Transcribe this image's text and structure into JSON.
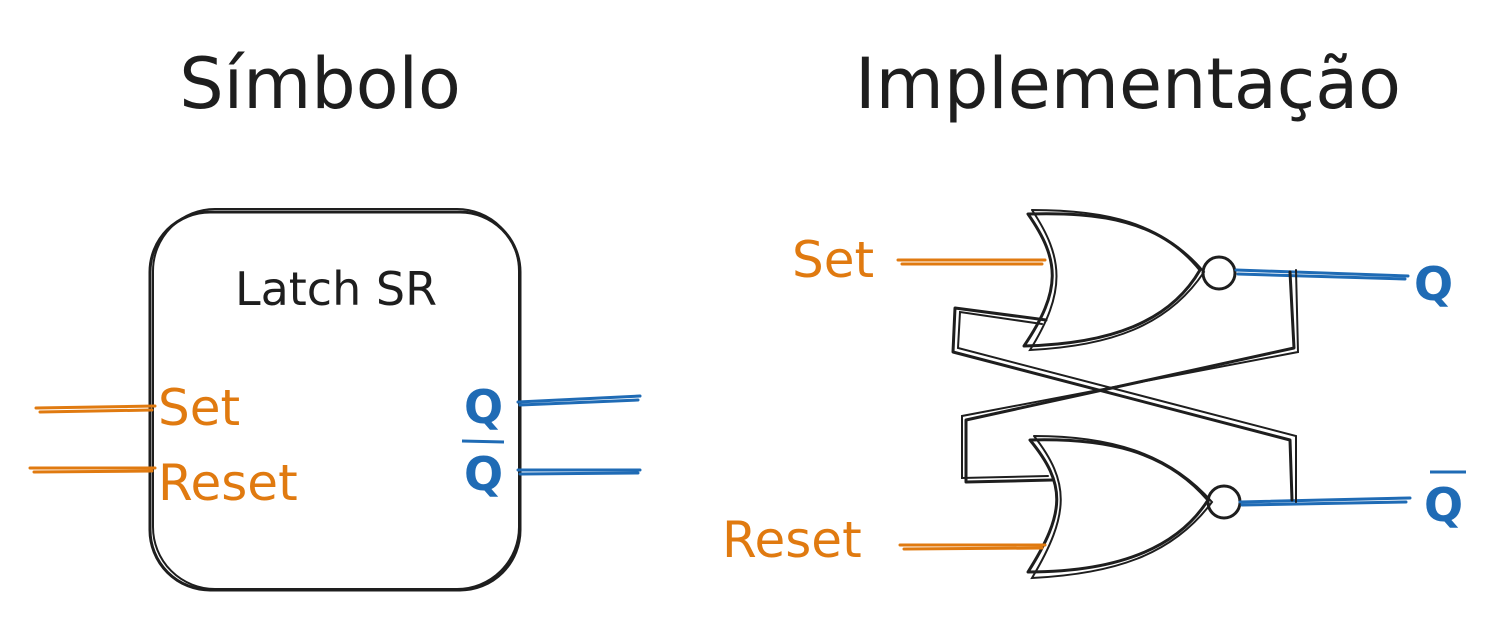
{
  "symbol": {
    "heading": "Símbolo",
    "box_title": "Latch SR",
    "inputs": [
      "Set",
      "Reset"
    ],
    "outputs": [
      "Q",
      "Q"
    ]
  },
  "implementation": {
    "heading": "Implementação",
    "inputs": [
      "Set",
      "Reset"
    ],
    "outputs": [
      "Q",
      "Q"
    ]
  },
  "colors": {
    "input": "#e07a10",
    "output": "#1f6bb5",
    "ink": "#1e1e1e"
  }
}
